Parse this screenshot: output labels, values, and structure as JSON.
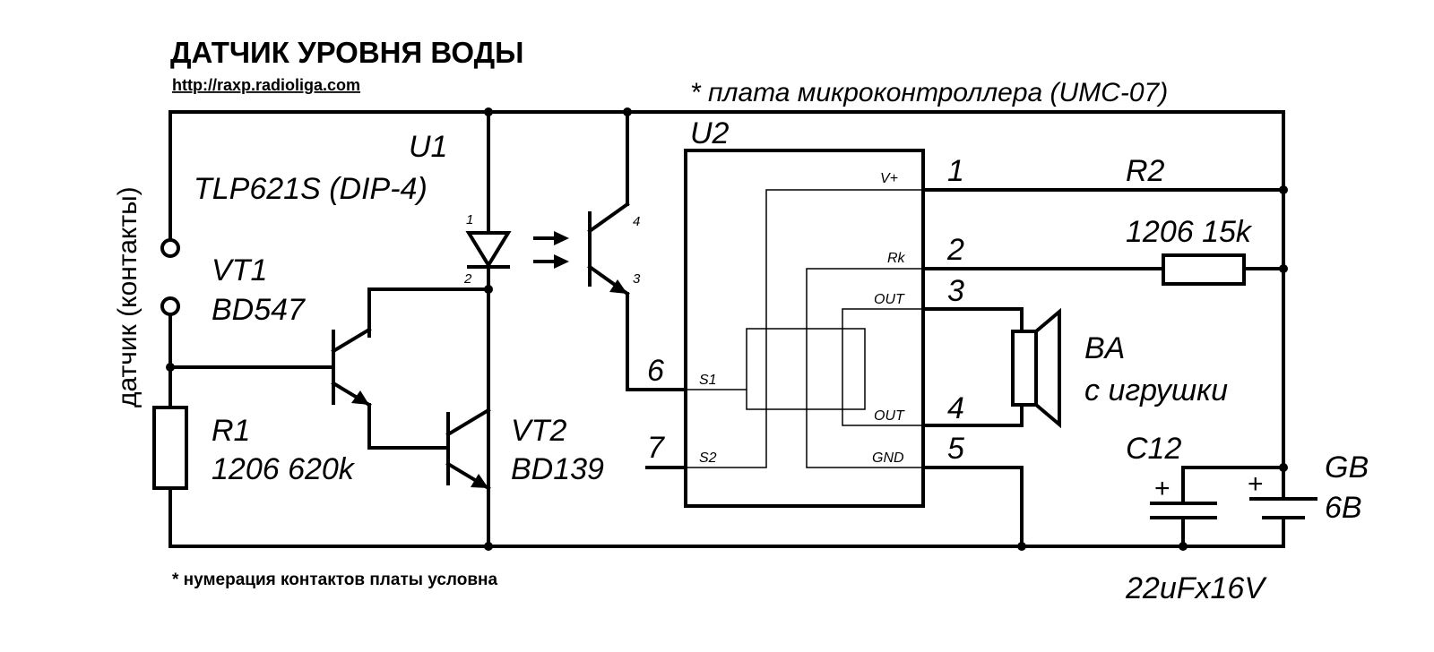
{
  "title": "ДАТЧИК УРОВНЯ ВОДЫ",
  "url": "http://raxp.radioliga.com",
  "board_note": "* плата микроконтроллера (UMC-07)",
  "footnote": "* нумерация контактов платы условна",
  "sensor_label": "датчик (контакты)",
  "u1": {
    "ref": "U1",
    "part": "TLP621S (DIP-4)",
    "pin1": "1",
    "pin2": "2",
    "pin3": "3",
    "pin4": "4"
  },
  "vt1": {
    "ref": "VT1",
    "part": "BD547"
  },
  "vt2": {
    "ref": "VT2",
    "part": "BD139"
  },
  "r1": {
    "ref": "R1",
    "value": "1206 620k"
  },
  "u2": {
    "ref": "U2",
    "pin_names": {
      "vplus": "V+",
      "rk": "Rk",
      "out1": "OUT",
      "out2": "OUT",
      "gnd": "GND",
      "s1": "S1",
      "s2": "S2"
    },
    "pin_numbers": {
      "p1": "1",
      "p2": "2",
      "p3": "3",
      "p4": "4",
      "p5": "5",
      "p6": "6",
      "p7": "7"
    }
  },
  "r2": {
    "ref": "R2",
    "value": "1206 15k"
  },
  "ba": {
    "ref": "BA",
    "desc": "с игрушки"
  },
  "c12": {
    "ref": "C12",
    "value": "22uFx16V",
    "plus": "+"
  },
  "gb": {
    "ref": "GB",
    "value": "6В",
    "plus": "+"
  }
}
